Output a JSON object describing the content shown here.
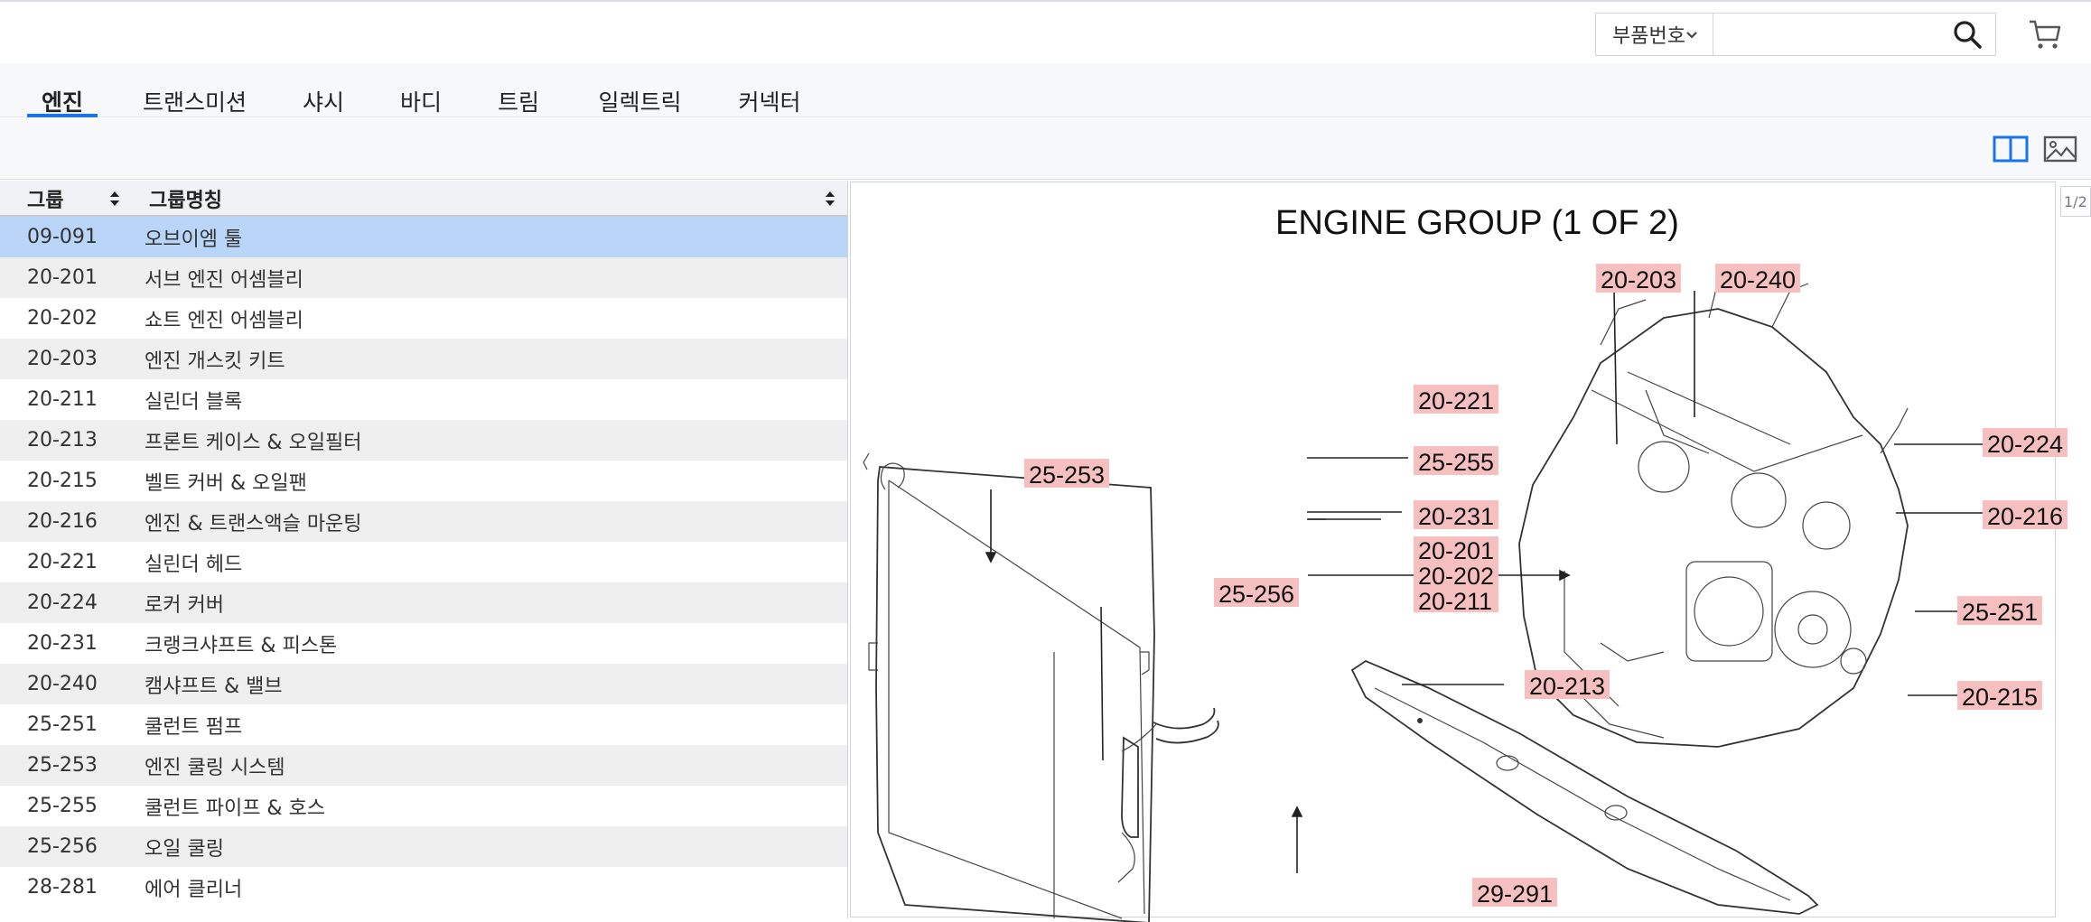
{
  "search": {
    "select_value": "부품번호",
    "input_value": ""
  },
  "tabs": [
    {
      "label": "엔진",
      "active": true
    },
    {
      "label": "트랜스미션",
      "active": false
    },
    {
      "label": "샤시",
      "active": false
    },
    {
      "label": "바디",
      "active": false
    },
    {
      "label": "트림",
      "active": false
    },
    {
      "label": "일렉트릭",
      "active": false
    },
    {
      "label": "커넥터",
      "active": false
    }
  ],
  "table": {
    "headers": {
      "code": "그룹",
      "name": "그룹명칭"
    },
    "rows": [
      {
        "code": "09-091",
        "name": "오브이엠 툴",
        "selected": true
      },
      {
        "code": "20-201",
        "name": "서브 엔진 어셈블리"
      },
      {
        "code": "20-202",
        "name": "쇼트 엔진 어셈블리"
      },
      {
        "code": "20-203",
        "name": "엔진 개스킷 키트"
      },
      {
        "code": "20-211",
        "name": "실린더 블록"
      },
      {
        "code": "20-213",
        "name": "프론트 케이스 & 오일필터"
      },
      {
        "code": "20-215",
        "name": "벨트 커버 & 오일팬"
      },
      {
        "code": "20-216",
        "name": "엔진 & 트랜스액슬 마운팅"
      },
      {
        "code": "20-221",
        "name": "실린더 헤드"
      },
      {
        "code": "20-224",
        "name": "로커 커버"
      },
      {
        "code": "20-231",
        "name": "크랭크샤프트 & 피스톤"
      },
      {
        "code": "20-240",
        "name": "캠샤프트 & 밸브"
      },
      {
        "code": "25-251",
        "name": "쿨런트 펌프"
      },
      {
        "code": "25-253",
        "name": "엔진 쿨링 시스템"
      },
      {
        "code": "25-255",
        "name": "쿨런트 파이프 & 호스"
      },
      {
        "code": "25-256",
        "name": "오일 쿨링"
      },
      {
        "code": "28-281",
        "name": "에어 클리너"
      }
    ]
  },
  "diagram": {
    "title": "ENGINE GROUP (1 OF 2)",
    "page_indicator": "1/2",
    "callouts": {
      "c20203": "20-203",
      "c20240": "20-240",
      "c20221": "20-221",
      "c20224": "20-224",
      "c25255": "25-255",
      "c25253": "25-253",
      "c20231": "20-231",
      "c20216": "20-216",
      "c20201": "20-201",
      "c20202": "20-202",
      "c20211": "20-211",
      "c25256": "25-256",
      "c25251": "25-251",
      "c20213": "20-213",
      "c20215": "20-215",
      "c29291": "29-291"
    }
  },
  "colors": {
    "accent": "#1a73e8",
    "selected_row": "#b9d5f8",
    "callout_bg": "#f7c0c0"
  },
  "icons": {
    "search": "search-icon",
    "cart": "cart-icon",
    "split_view": "split-view-icon",
    "image_view": "image-view-icon",
    "sort": "sort-icon",
    "chevron": "chevron-down-icon"
  }
}
